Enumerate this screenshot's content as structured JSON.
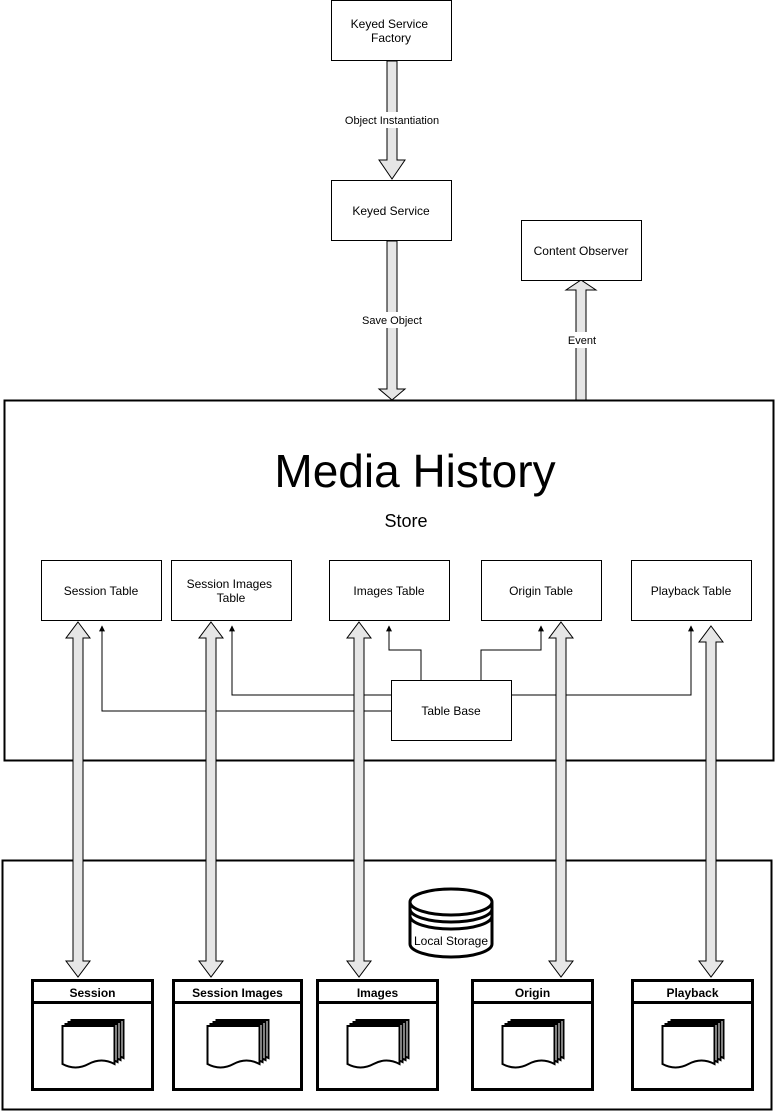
{
  "top": {
    "factory": [
      "Keyed Service",
      "Factory"
    ],
    "service": "Keyed Service",
    "observer": "Content Observer",
    "instantiation_label": "Object Instantiation",
    "save_label": "Save Object",
    "event_label": "Event"
  },
  "store": {
    "title": "Media History",
    "subtitle": "Store",
    "table_base": "Table Base",
    "tables": [
      [
        "Session Table"
      ],
      [
        "Session Images",
        "Table"
      ],
      [
        "Images Table"
      ],
      [
        "Origin Table"
      ],
      [
        "Playback Table"
      ]
    ]
  },
  "storage": {
    "label": "Local Storage",
    "tables": [
      "Session",
      "Session Images",
      "Images",
      "Origin",
      "Playback"
    ]
  }
}
